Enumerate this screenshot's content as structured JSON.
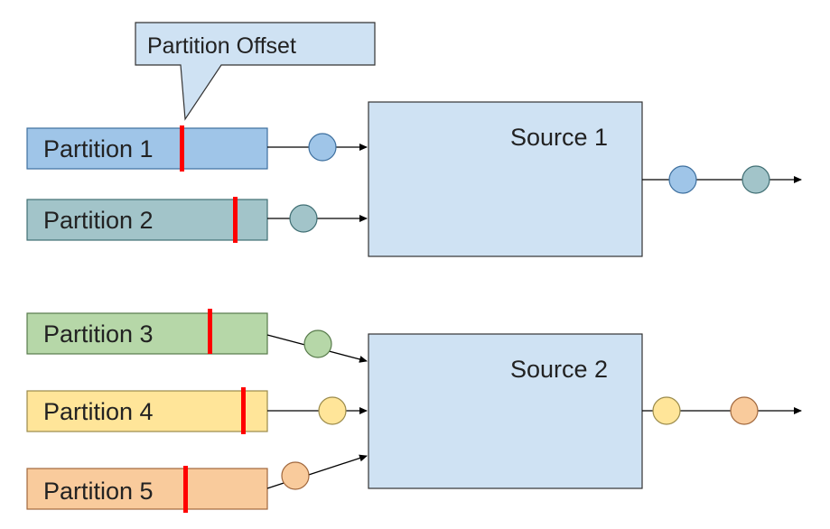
{
  "callout": {
    "label": "Partition Offset"
  },
  "partitions": [
    {
      "label": "Partition 1",
      "fill": "#9fc5e8",
      "stroke": "#3d6f9e"
    },
    {
      "label": "Partition 2",
      "fill": "#a2c4c9",
      "stroke": "#3f6e73"
    },
    {
      "label": "Partition 3",
      "fill": "#b6d7a8",
      "stroke": "#577a4a"
    },
    {
      "label": "Partition 4",
      "fill": "#ffe599",
      "stroke": "#9a8a4a"
    },
    {
      "label": "Partition 5",
      "fill": "#f9cb9c",
      "stroke": "#a0673c"
    }
  ],
  "sources": [
    {
      "label": "Source 1",
      "fill": "#cfe2f3",
      "stroke": "#333333"
    },
    {
      "label": "Source 2",
      "fill": "#cfe2f3",
      "stroke": "#333333"
    }
  ],
  "colors": {
    "offset_marker": "#ff0000",
    "callout_fill": "#cfe2f3",
    "callout_stroke": "#333333",
    "line": "#000000"
  }
}
